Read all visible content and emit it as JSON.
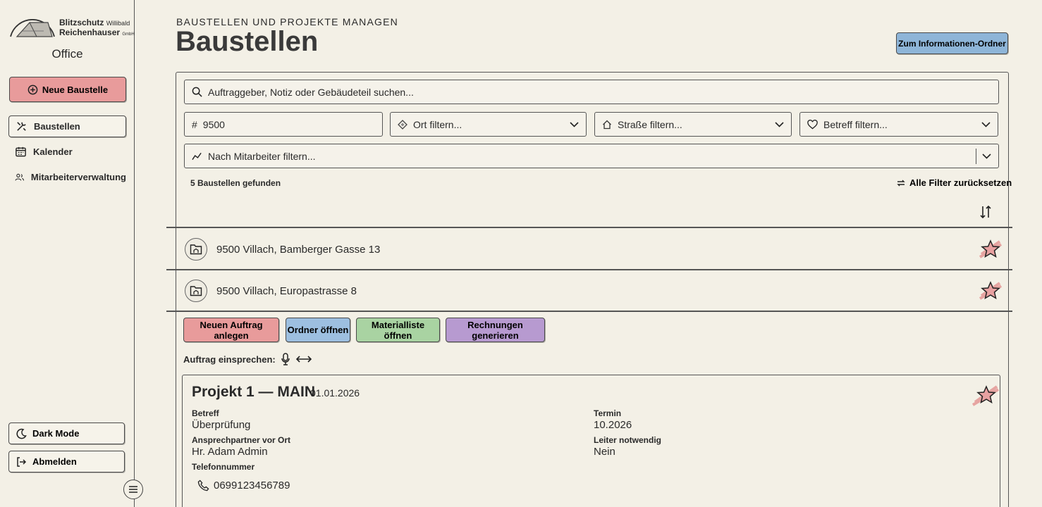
{
  "brand": {
    "line1": "Blitzschutz",
    "line1_small": "Willibald",
    "line2": "Reichenhauser",
    "line2_small": "GmbH",
    "section": "Office"
  },
  "sidebar": {
    "new_site_label": "Neue Baustelle",
    "items": [
      {
        "label": "Baustellen",
        "icon": "tools-icon",
        "active": true
      },
      {
        "label": "Kalender",
        "icon": "calendar-icon",
        "active": false
      },
      {
        "label": "Mitarbeiterverwaltung",
        "icon": "users-icon",
        "active": false
      }
    ],
    "dark_mode_label": "Dark Mode",
    "logout_label": "Abmelden"
  },
  "header": {
    "kicker": "BAUSTELLEN UND PROJEKTE MANAGEN",
    "title": "Baustellen",
    "info_button": "Zum Informationen-Ordner"
  },
  "filters": {
    "search_placeholder": "Auftraggeber, Notiz oder Gebäudeteil suchen...",
    "postal_code_value": "9500",
    "postal_prefix": "#",
    "ort_placeholder": "Ort filtern...",
    "strasse_placeholder": "Straße filtern...",
    "betreff_placeholder": "Betreff filtern...",
    "mitarbeiter_placeholder": "Nach Mitarbeiter filtern..."
  },
  "results": {
    "count_text": "5 Baustellen gefunden",
    "reset_label": "Alle Filter zurücksetzen"
  },
  "sites": [
    {
      "label": "9500 Villach, Bamberger Gasse 13",
      "favorite": true
    },
    {
      "label": "9500 Villach, Europastrasse 8",
      "favorite": true
    }
  ],
  "actions": {
    "new_order": "Neuen Auftrag anlegen",
    "open_folder": "Ordner öffnen",
    "material_list": "Materialliste öffnen",
    "invoices": "Rechnungen generieren",
    "dictate_label": "Auftrag einsprechen:"
  },
  "project": {
    "title": "Projekt 1 — MAIN",
    "date": "01.01.2026",
    "betreff_label": "Betreff",
    "betreff_value": "Überprüfung",
    "termin_label": "Termin",
    "termin_value": "10.2026",
    "contact_label": "Ansprechpartner vor Ort",
    "contact_value": "Hr. Adam Admin",
    "leader_label": "Leiter notwendig",
    "leader_value": "Nein",
    "phone_label": "Telefonnummer",
    "phone_value": "0699123456789"
  },
  "colors": {
    "background": "#f3f0e6",
    "red_accent": "#e89b9b",
    "blue_accent": "#8eb5d8",
    "green_accent": "#a9d3a2",
    "purple_accent": "#b79ad0"
  }
}
